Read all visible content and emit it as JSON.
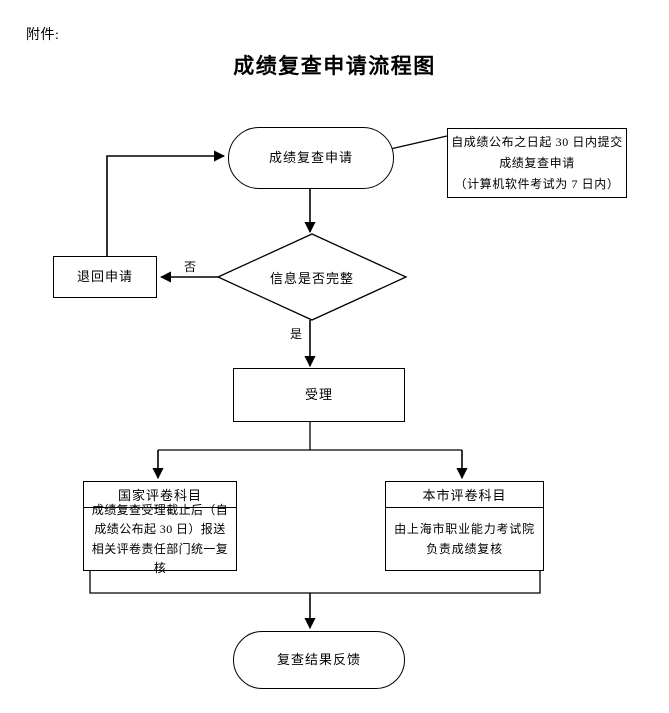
{
  "document": {
    "attachment_label": "附件:",
    "title": "成绩复查申请流程图"
  },
  "flowchart": {
    "nodes": {
      "apply": {
        "label": "成绩复查申请",
        "shape": "stadium"
      },
      "note": {
        "shape": "rectangle",
        "lines": [
          "自成绩公布之日起 30 日内提交",
          "成绩复查申请",
          "（计算机软件考试为 7 日内）"
        ]
      },
      "decision": {
        "label": "信息是否完整",
        "shape": "diamond"
      },
      "return": {
        "label": "退回申请",
        "shape": "rectangle"
      },
      "accept": {
        "label": "受理",
        "shape": "rectangle"
      },
      "national": {
        "shape": "rectangle",
        "header": "国家评卷科目",
        "body": "成绩复查受理截止后（自成绩公布起 30 日）报送相关评卷责任部门统一复核"
      },
      "city": {
        "shape": "rectangle",
        "header": "本市评卷科目",
        "body": "由上海市职业能力考试院负责成绩复核"
      },
      "feedback": {
        "label": "复查结果反馈",
        "shape": "stadium"
      }
    },
    "edge_labels": {
      "no": "否",
      "yes": "是"
    },
    "colors": {
      "stroke": "#000000",
      "fill": "#ffffff",
      "text": "#000000"
    }
  }
}
